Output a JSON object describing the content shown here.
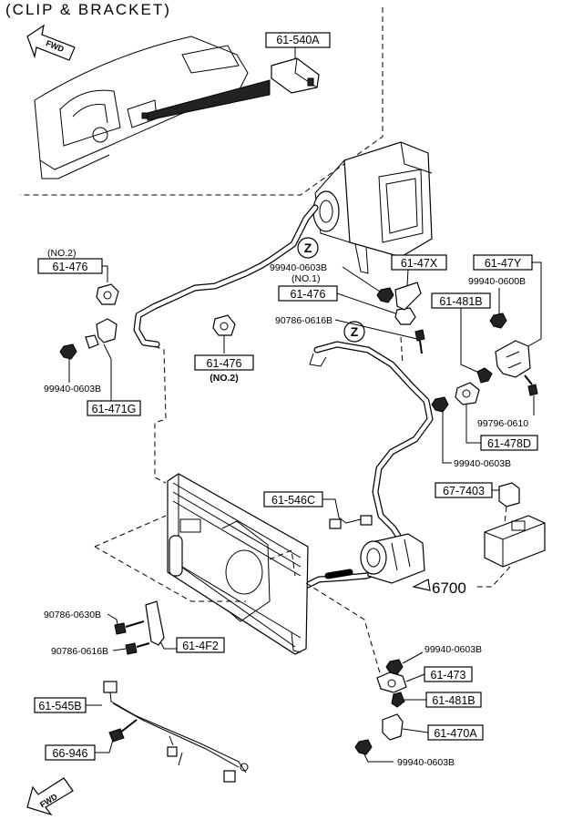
{
  "header": {
    "title": "(CLIP & BRACKET)"
  },
  "fwd_label": "FWD",
  "z_marker": "Z",
  "parts": {
    "p61540A": "61-540A",
    "p61476_no2_top": "61-476",
    "no2_top": "(NO.2)",
    "p61471G": "61-471G",
    "p99940_0603B_left": "99940-0603B",
    "p61476_no2_mid": "61-476",
    "no2_mid": "(NO.2)",
    "p99940_0603B_no1": "99940-0603B",
    "no1": "(NO.1)",
    "p61476_no1": "61-476",
    "p90786_0616B_top": "90786-0616B",
    "p61_47X": "61-47X",
    "p61_47Y": "61-47Y",
    "p99940_0600B": "99940-0600B",
    "p61_481B_top": "61-481B",
    "p99796_0610": "99796-0610",
    "p61_478D": "61-478D",
    "p99940_0603B_mid": "99940-0603B",
    "p61_546C": "61-546C",
    "p67_7403": "67-7403",
    "p6700": "6700",
    "p90786_0630B": "90786-0630B",
    "p90786_0616B_bot": "90786-0616B",
    "p61_4F2": "61-4F2",
    "p99940_0603B_r1": "99940-0603B",
    "p61_473": "61-473",
    "p61_481B_bot": "61-481B",
    "p61_470A": "61-470A",
    "p99940_0603B_r2": "99940-0603B",
    "p61_545B": "61-545B",
    "p66_946": "66-946"
  }
}
